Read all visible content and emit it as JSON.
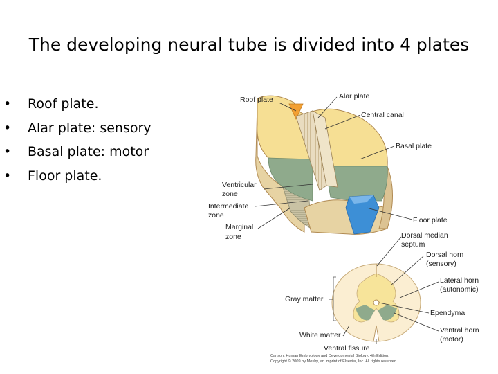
{
  "slide": {
    "title": "The developing neural tube is divided into 4 plates",
    "bullets": [
      {
        "marker": "•",
        "text": "Roof plate."
      },
      {
        "marker": "•",
        "text": "Alar plate: sensory"
      },
      {
        "marker": "•",
        "text": "Basal plate: motor"
      },
      {
        "marker": "•",
        "text": "Floor plate."
      }
    ]
  },
  "figure": {
    "top_labels": {
      "roof_plate": "Roof plate",
      "alar_plate": "Alar plate",
      "central_canal": "Central canal",
      "basal_plate": "Basal plate",
      "ventricular_zone_1": "Ventricular",
      "ventricular_zone_2": "zone",
      "intermediate_zone_1": "Intermediate",
      "intermediate_zone_2": "zone",
      "marginal_zone_1": "Marginal",
      "marginal_zone_2": "zone",
      "floor_plate": "Floor plate"
    },
    "bottom_labels": {
      "dorsal_median_1": "Dorsal median",
      "dorsal_median_2": "septum",
      "dorsal_horn_1": "Dorsal horn",
      "dorsal_horn_2": "(sensory)",
      "lateral_horn_1": "Lateral horn",
      "lateral_horn_2": "(autonomic)",
      "gray_matter": "Gray matter",
      "ependyma": "Ependyma",
      "white_matter": "White matter",
      "ventral_horn_1": "Ventral horn",
      "ventral_horn_2": "(motor)",
      "ventral_fissure": "Ventral fissure"
    },
    "caption": {
      "line1": "Carlson: Human Embryology and Developmental Biology, 4th Edition.",
      "line2": "Copyright © 2009 by Mosby, an imprint of Elsevier, Inc. All rights reserved."
    },
    "colors": {
      "alar_plate": "#f6df94",
      "basal_plate": "#8faa8c",
      "roof_plate": "#f3a033",
      "floor_plate": "#3d8fd6",
      "white_matter": "#fbeed2",
      "tissue_edge": "#b08a52"
    }
  }
}
